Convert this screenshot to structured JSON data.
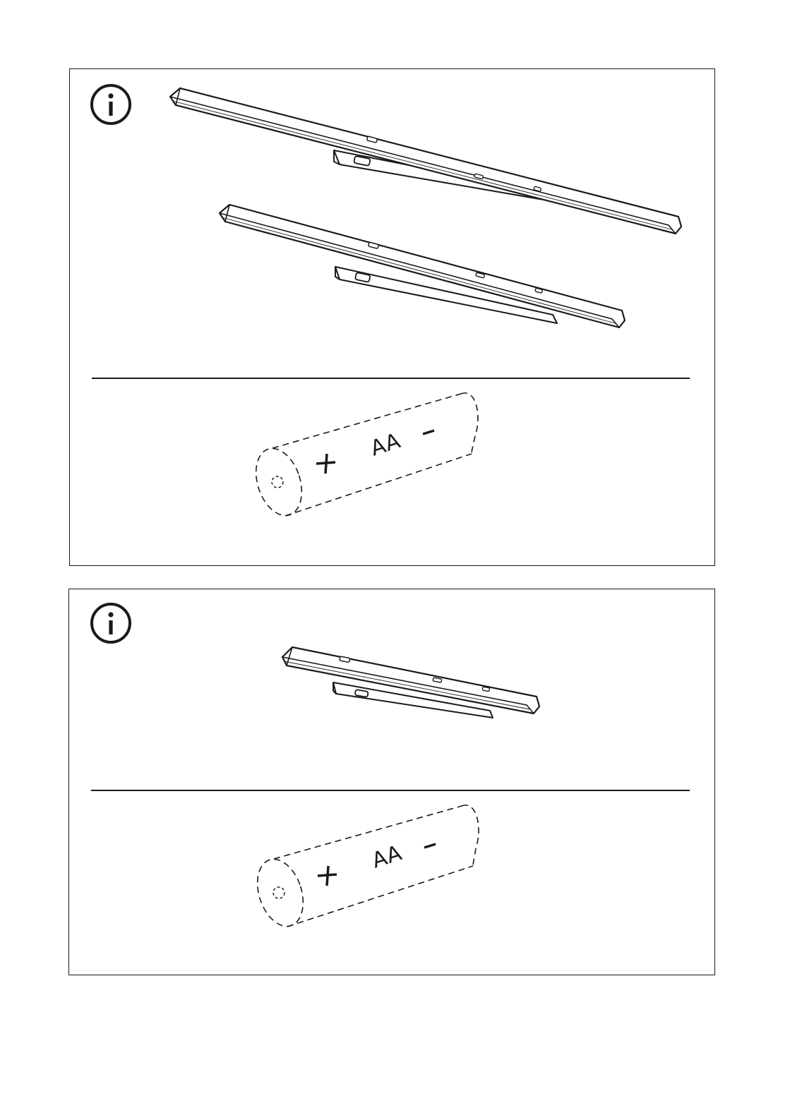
{
  "panels": [
    {
      "info_icon": "info-icon",
      "lights_count": 2,
      "battery": {
        "type_label": "AA",
        "plus": "+",
        "minus": "-"
      }
    },
    {
      "info_icon": "info-icon",
      "lights_count": 1,
      "battery": {
        "type_label": "AA",
        "plus": "+",
        "minus": "-"
      }
    }
  ],
  "colors": {
    "line": "#1a1a1a",
    "background": "#ffffff"
  }
}
